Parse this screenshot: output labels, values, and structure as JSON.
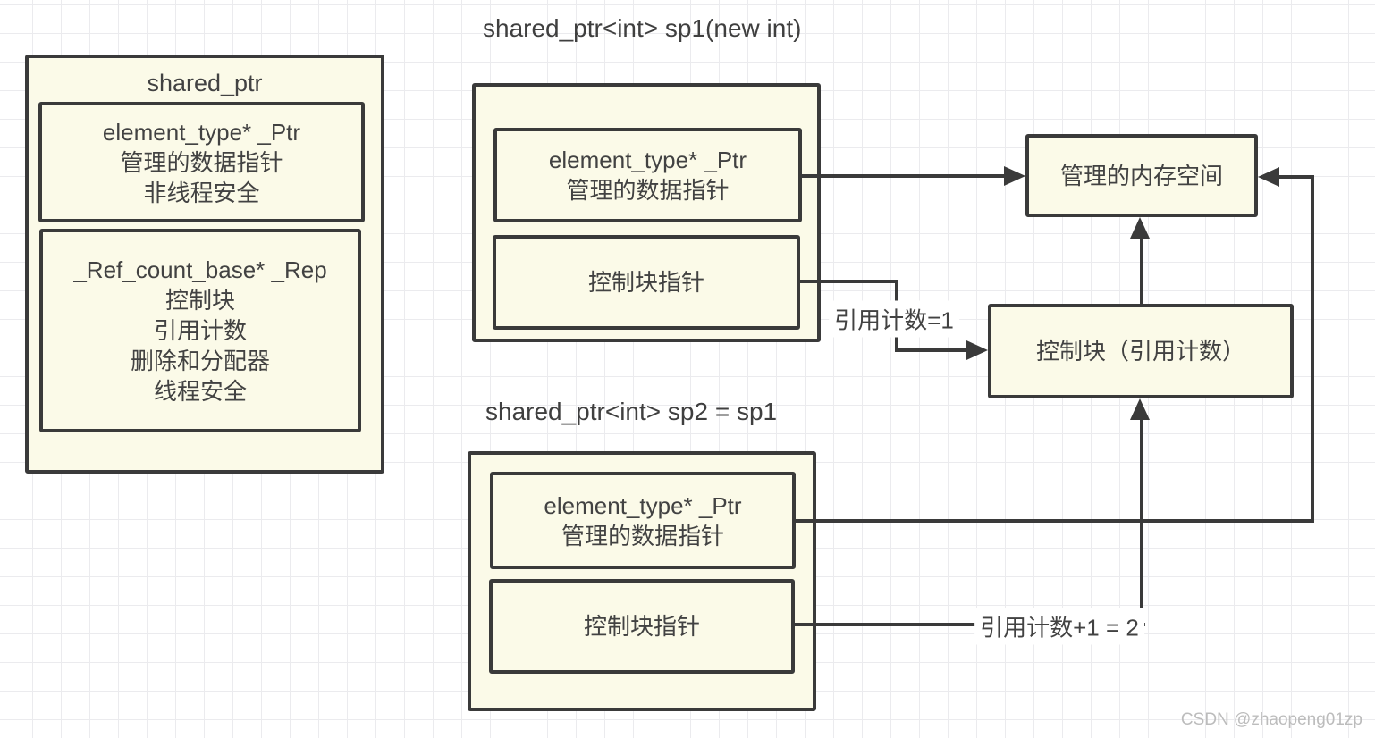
{
  "colors": {
    "box_fill": "#fbfae8",
    "box_border": "#3a3a3a",
    "line": "#3a3a3a",
    "text": "#424242",
    "grid": "#ebebee",
    "label_bg": "#ffffff",
    "watermark": "#bcbcbc"
  },
  "captions": {
    "sp1": "shared_ptr<int> sp1(new int)",
    "sp2": "shared_ptr<int> sp2 = sp1"
  },
  "class_box": {
    "title": "shared_ptr",
    "ptr_lines": [
      "element_type* _Ptr",
      "管理的数据指针",
      "非线程安全"
    ],
    "rep_lines": [
      "_Ref_count_base* _Rep",
      "控制块",
      "引用计数",
      "删除和分配器",
      "线程安全"
    ]
  },
  "sp1_box": {
    "ptr_lines": [
      "element_type* _Ptr",
      "管理的数据指针"
    ],
    "ctrl_label": "控制块指针"
  },
  "sp2_box": {
    "ptr_lines": [
      "element_type* _Ptr",
      "管理的数据指针"
    ],
    "ctrl_label": "控制块指针"
  },
  "memory_box_label": "管理的内存空间",
  "control_block_label": "控制块（引用计数）",
  "edge_labels": {
    "ref_count_sp1": "引用计数=1",
    "ref_count_sp2": "引用计数+1 = 2"
  },
  "watermark": "CSDN @zhaopeng01zp"
}
